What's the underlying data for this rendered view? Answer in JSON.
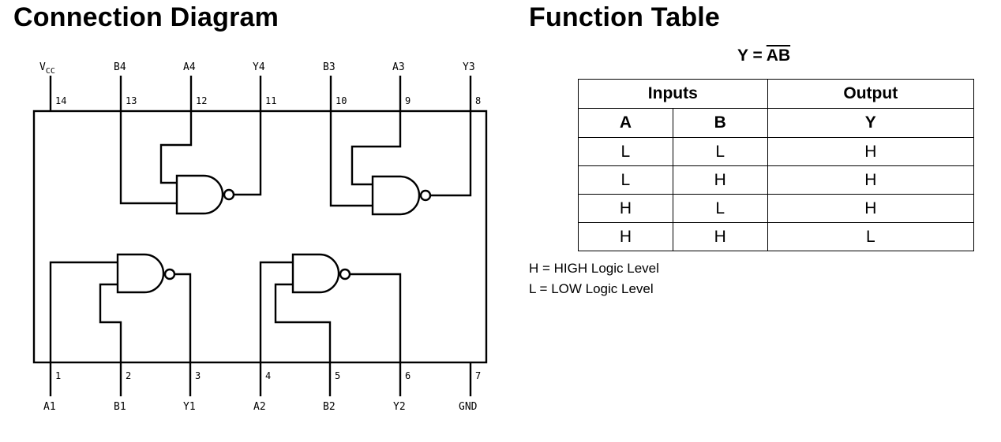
{
  "left_title": "Connection Diagram",
  "right_title": "Function Table",
  "formula": {
    "prefix": "Y = ",
    "overline": "AB"
  },
  "top_pins": [
    {
      "label": "V",
      "sub": "CC",
      "num": "14"
    },
    {
      "label": "B4",
      "num": "13"
    },
    {
      "label": "A4",
      "num": "12"
    },
    {
      "label": "Y4",
      "num": "11"
    },
    {
      "label": "B3",
      "num": "10"
    },
    {
      "label": "A3",
      "num": "9"
    },
    {
      "label": "Y3",
      "num": "8"
    }
  ],
  "bottom_pins": [
    {
      "label": "A1",
      "num": "1"
    },
    {
      "label": "B1",
      "num": "2"
    },
    {
      "label": "Y1",
      "num": "3"
    },
    {
      "label": "A2",
      "num": "4"
    },
    {
      "label": "B2",
      "num": "5"
    },
    {
      "label": "Y2",
      "num": "6"
    },
    {
      "label": "GND",
      "num": "7"
    }
  ],
  "table": {
    "group_headers": [
      "Inputs",
      "Output"
    ],
    "columns": [
      "A",
      "B",
      "Y"
    ],
    "rows": [
      [
        "L",
        "L",
        "H"
      ],
      [
        "L",
        "H",
        "H"
      ],
      [
        "H",
        "L",
        "H"
      ],
      [
        "H",
        "H",
        "L"
      ]
    ]
  },
  "legend": [
    "H = HIGH Logic Level",
    "L = LOW Logic Level"
  ]
}
